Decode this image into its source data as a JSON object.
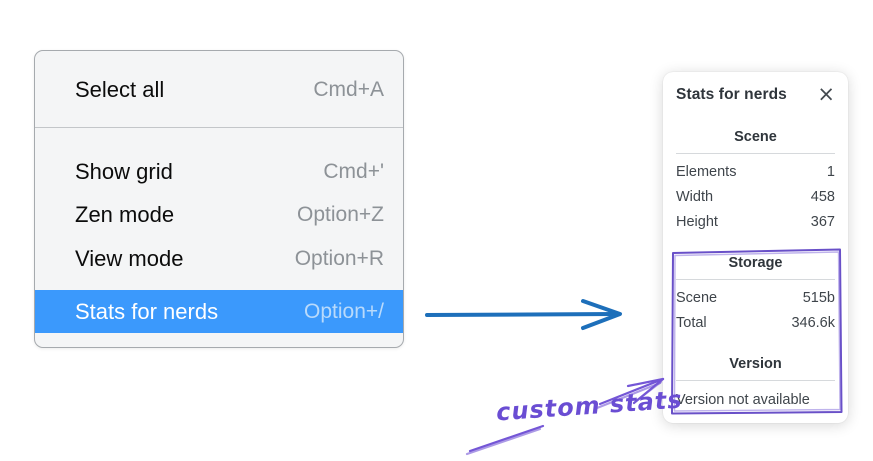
{
  "context_menu": {
    "highlight_color": "#3b99fc",
    "groups": [
      {
        "items": [
          {
            "label": "Select all",
            "shortcut": "Cmd+A",
            "highlighted": false
          }
        ]
      },
      {
        "items": [
          {
            "label": "Show grid",
            "shortcut": "Cmd+'",
            "highlighted": false
          },
          {
            "label": "Zen mode",
            "shortcut": "Option+Z",
            "highlighted": false
          },
          {
            "label": "View mode",
            "shortcut": "Option+R",
            "highlighted": false
          },
          {
            "label": "Stats for nerds",
            "shortcut": "Option+/",
            "highlighted": true
          }
        ]
      }
    ]
  },
  "stats_panel": {
    "title": "Stats for nerds",
    "close_icon": "×",
    "sections": [
      {
        "title": "Scene",
        "rows": [
          {
            "label": "Elements",
            "value": "1"
          },
          {
            "label": "Width",
            "value": "458"
          },
          {
            "label": "Height",
            "value": "367"
          }
        ]
      },
      {
        "title": "Storage",
        "rows": [
          {
            "label": "Scene",
            "value": "515b"
          },
          {
            "label": "Total",
            "value": "346.6k"
          }
        ]
      },
      {
        "title": "Version",
        "rows": [],
        "note": "Version not available"
      }
    ]
  },
  "annotation": {
    "label": "custom stats",
    "color": "#6a4dd3"
  },
  "flow_arrow": {
    "color": "#1d6fba"
  }
}
